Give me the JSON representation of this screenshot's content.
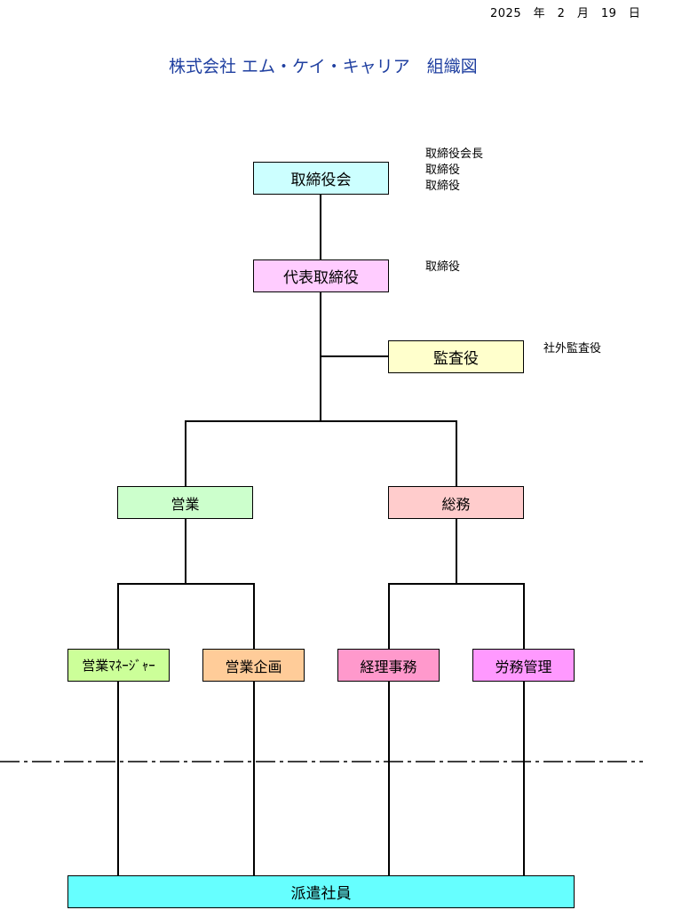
{
  "header": {
    "date": "2025　年　2　月　19　日",
    "title": "株式会社 エム・ケイ・キャリア　組織図"
  },
  "nodes": {
    "board": {
      "label": "取締役会",
      "color": "#ccffff"
    },
    "ceo": {
      "label": "代表取締役",
      "color": "#ffccff"
    },
    "auditor": {
      "label": "監査役",
      "color": "#ffffcc"
    },
    "sales": {
      "label": "営業",
      "color": "#ccffcc"
    },
    "general_affairs": {
      "label": "総務",
      "color": "#ffcccc"
    },
    "sales_manager": {
      "label": "営業ﾏﾈｰｼﾞｬｰ",
      "color": "#ccff99"
    },
    "sales_planning": {
      "label": "営業企画",
      "color": "#ffcc99"
    },
    "accounting": {
      "label": "経理事務",
      "color": "#ff99cc"
    },
    "labor_management": {
      "label": "労務管理",
      "color": "#ff99ff"
    },
    "dispatched_staff": {
      "label": "派遣社員",
      "color": "#66ffff"
    }
  },
  "notes": {
    "board": [
      "取締役会長",
      "取締役",
      "取締役"
    ],
    "ceo": [
      "取締役"
    ],
    "auditor": [
      "社外監査役"
    ]
  }
}
